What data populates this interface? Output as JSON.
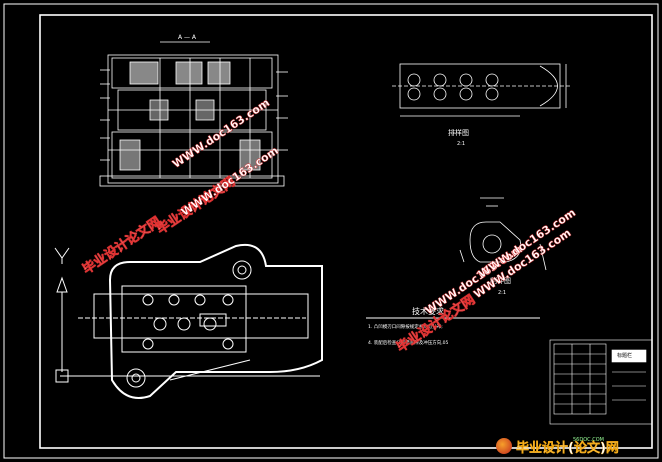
{
  "drawing": {
    "section_label": "A — A",
    "part_view_title": "排样图",
    "part_view_scale": "2:1",
    "part_drawing_title": "制件图",
    "part_drawing_scale": "2:1",
    "tech_req_title": "技术要求",
    "tech_req_lines": [
      "1. 凸凹模刃口间隙按规定并均匀分布;",
      "4. 装配后检查凸凹模间隙及冲压方向,05"
    ],
    "title_block_label": "标题栏"
  },
  "watermarks": {
    "cn": "毕业设计论文网",
    "url": "WWW.doc163.com"
  },
  "logo": {
    "text": "毕业设计(论文)网",
    "sub": "56DOC.COM"
  }
}
